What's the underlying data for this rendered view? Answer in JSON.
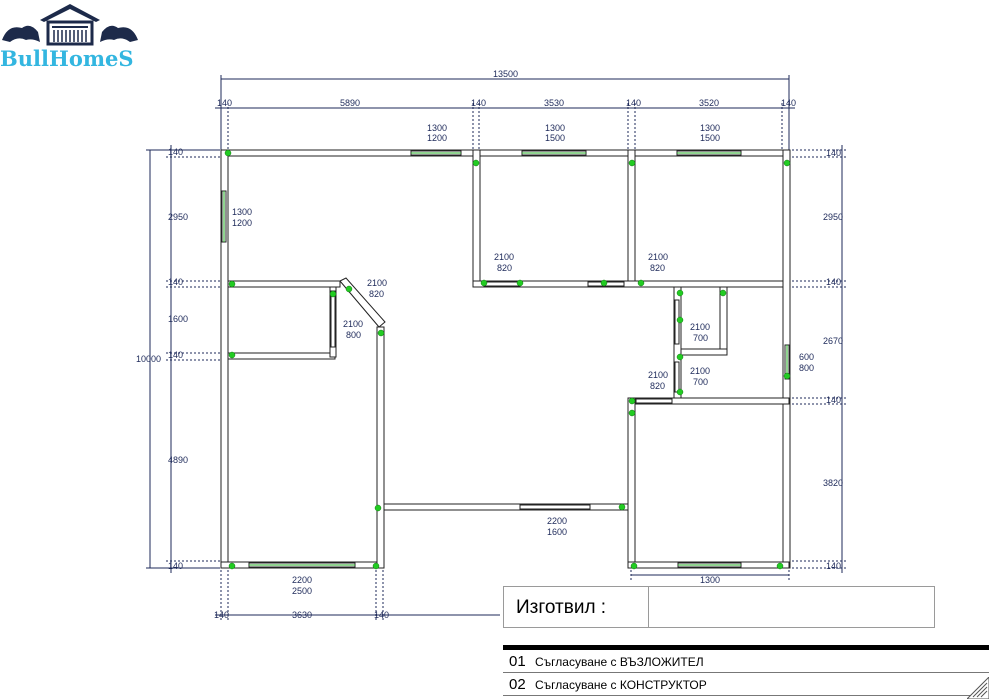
{
  "logo": {
    "text": "BullHomeS"
  },
  "plan": {
    "dims_top_total": "13500",
    "dims_top": [
      "140",
      "5890",
      "140",
      "3530",
      "140",
      "3520",
      "140"
    ],
    "dims_bottom": [
      "140",
      "3630",
      "140"
    ],
    "dim_left_total": "10000",
    "dims_left": [
      "140",
      "2950",
      "140",
      "1600",
      "140",
      "4890",
      "140"
    ],
    "dims_right": [
      "140",
      "2950",
      "140",
      "2670",
      "140",
      "3820",
      "140"
    ],
    "windows": [
      {
        "h": "1300",
        "w": "1200"
      },
      {
        "h": "1300",
        "w": "1500"
      },
      {
        "h": "1300",
        "w": "1500"
      },
      {
        "h": "1300",
        "w": "1200"
      },
      {
        "h": "600",
        "w": "800"
      },
      {
        "h": "2200",
        "w": "2500"
      },
      {
        "h": "1300",
        "w": ""
      },
      {
        "h": "2200",
        "w": "1600"
      }
    ],
    "doors": [
      {
        "h": "2100",
        "w": "820"
      },
      {
        "h": "2100",
        "w": "800"
      },
      {
        "h": "2100",
        "w": "820"
      },
      {
        "h": "2100",
        "w": "820"
      },
      {
        "h": "2100",
        "w": "700"
      },
      {
        "h": "2100",
        "w": "820"
      },
      {
        "h": "2100",
        "w": "700"
      }
    ]
  },
  "title_block": {
    "prepared_by_label": "Изготвил :",
    "rows": [
      {
        "num": "01",
        "text": "Съгласуване с ВЪЗЛОЖИТЕЛ"
      },
      {
        "num": "02",
        "text": "Съгласуване с КОНСТРУКТОР"
      }
    ]
  },
  "colors": {
    "wall": "#222222",
    "dimension": "#1e2a5a",
    "node": "#22cc22",
    "logo": "#33b6e0"
  }
}
